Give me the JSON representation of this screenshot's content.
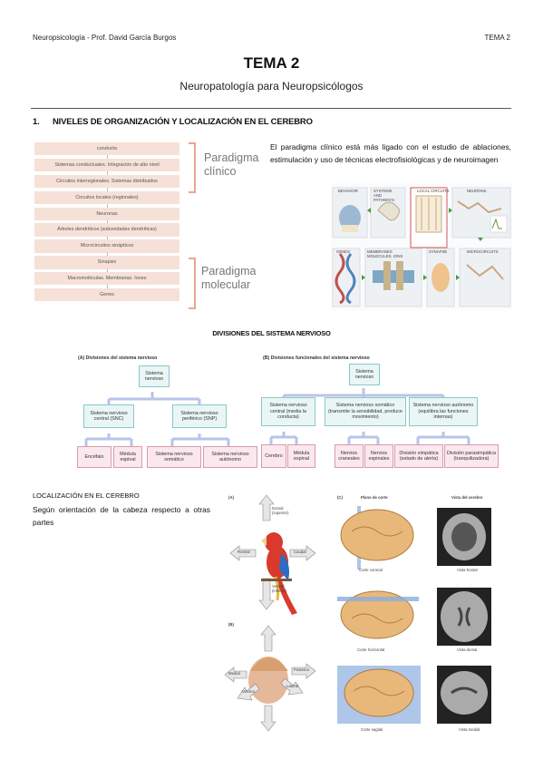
{
  "header": {
    "left": "Neuropsicología - Prof. David García Burgos",
    "right": "TEMA 2"
  },
  "title": "TEMA 2",
  "subtitle": "Neuropatología para Neuropsicólogos",
  "section1": {
    "number": "1.",
    "title": "NIVELES DE ORGANIZACIÓN Y LOCALIZACIÓN EN EL CEREBRO"
  },
  "paragraph1": "El paradigma clínico está más ligado con el estudio de ablaciones, estimulación y uso de técnicas electrofisiológicas y de neuroimagen",
  "levels": [
    "conducta",
    "Sistemas conductuales. Integración de alto nivel",
    "Circuitos interregionales. Sistemas distribuidos",
    "Circuitos locales (regionales)",
    "Neuronas",
    "Árboles dendríticos (subunidades dendríticas)",
    "Microcircuitos sinápticos",
    "Sinapsis",
    "Macromoléculas. Membranas. Iones",
    "Genes"
  ],
  "paradigms": {
    "clinical": [
      "Paradigma",
      "clínico"
    ],
    "molecular": [
      "Paradigma",
      "molecular"
    ]
  },
  "fig1_labels": [
    "BEHAVIOR",
    "SYSTEMS AND PATHWAYS",
    "LOCAL CIRCUITS",
    "NEURONS",
    "GENES",
    "MEMBRANES MOLECULES, IONS",
    "SYNAPSE",
    "MICROCIRCUITS"
  ],
  "caption_divisions": "DIVISIONES DEL SISTEMA NERVIOSO",
  "divA": {
    "label": "(A) Divisiones del sistema nervioso",
    "root": "Sistema nervioso",
    "snc": "Sistema nervioso central (SNC)",
    "snp": "Sistema nervioso periférico (SNP)",
    "encefalo": "Encéfalo",
    "medula": "Médula espinal",
    "somatico": "Sistema nervioso somático",
    "autonomo": "Sistema nervioso autónomo"
  },
  "divB": {
    "label": "(B) Divisiones funcionales del sistema nervioso",
    "root": "Sistema nervioso",
    "central": "Sistema nervioso central (media la conducta)",
    "somatico": "Sistema nervioso somático (transmite la sensibilidad, produce movimiento)",
    "autonomo": "Sistema nervioso autónomo (equilibra las funciones internas)",
    "cerebro": "Cerebro",
    "medula": "Médula espinal",
    "craneales": "Nervios craneales",
    "espinales": "Nervios espinales",
    "simpatica": "División simpática (estado de alerta)",
    "parasimpatica": "División parasimpática (tranquilizadora)"
  },
  "localization": {
    "heading": "LOCALIZACIÓN EN EL CEREBRO",
    "text": "Según orientación de la cabeza respecto a otras partes"
  },
  "fig3": {
    "labelA": "(A)",
    "labelB": "(B)",
    "labelC": "(C)",
    "dorsal": "Dorsal (superior)",
    "ventral": "Ventral (inferior)",
    "rostral": "Rostral",
    "caudal": "Caudal",
    "medial": "Medial",
    "lateral": "Lateral",
    "anterior": "Anterior",
    "posterior": "Posterior",
    "plano": "Plano de corte",
    "vista": "Vista del cerebro",
    "coronal": "Corte coronal",
    "frontal": "Vista frontal",
    "horizontal": "Corte horizontal",
    "dorsal_view": "Vista dorsal",
    "sagital": "Corte sagital",
    "medial_view": "Vista medial"
  },
  "colors": {
    "level_fill": "#f6e1d8",
    "bracket": "#e8a88c",
    "box_fill": "#e9f6f5",
    "box_border": "#8ac7c8",
    "pink_fill": "#fbe8ee"
  }
}
